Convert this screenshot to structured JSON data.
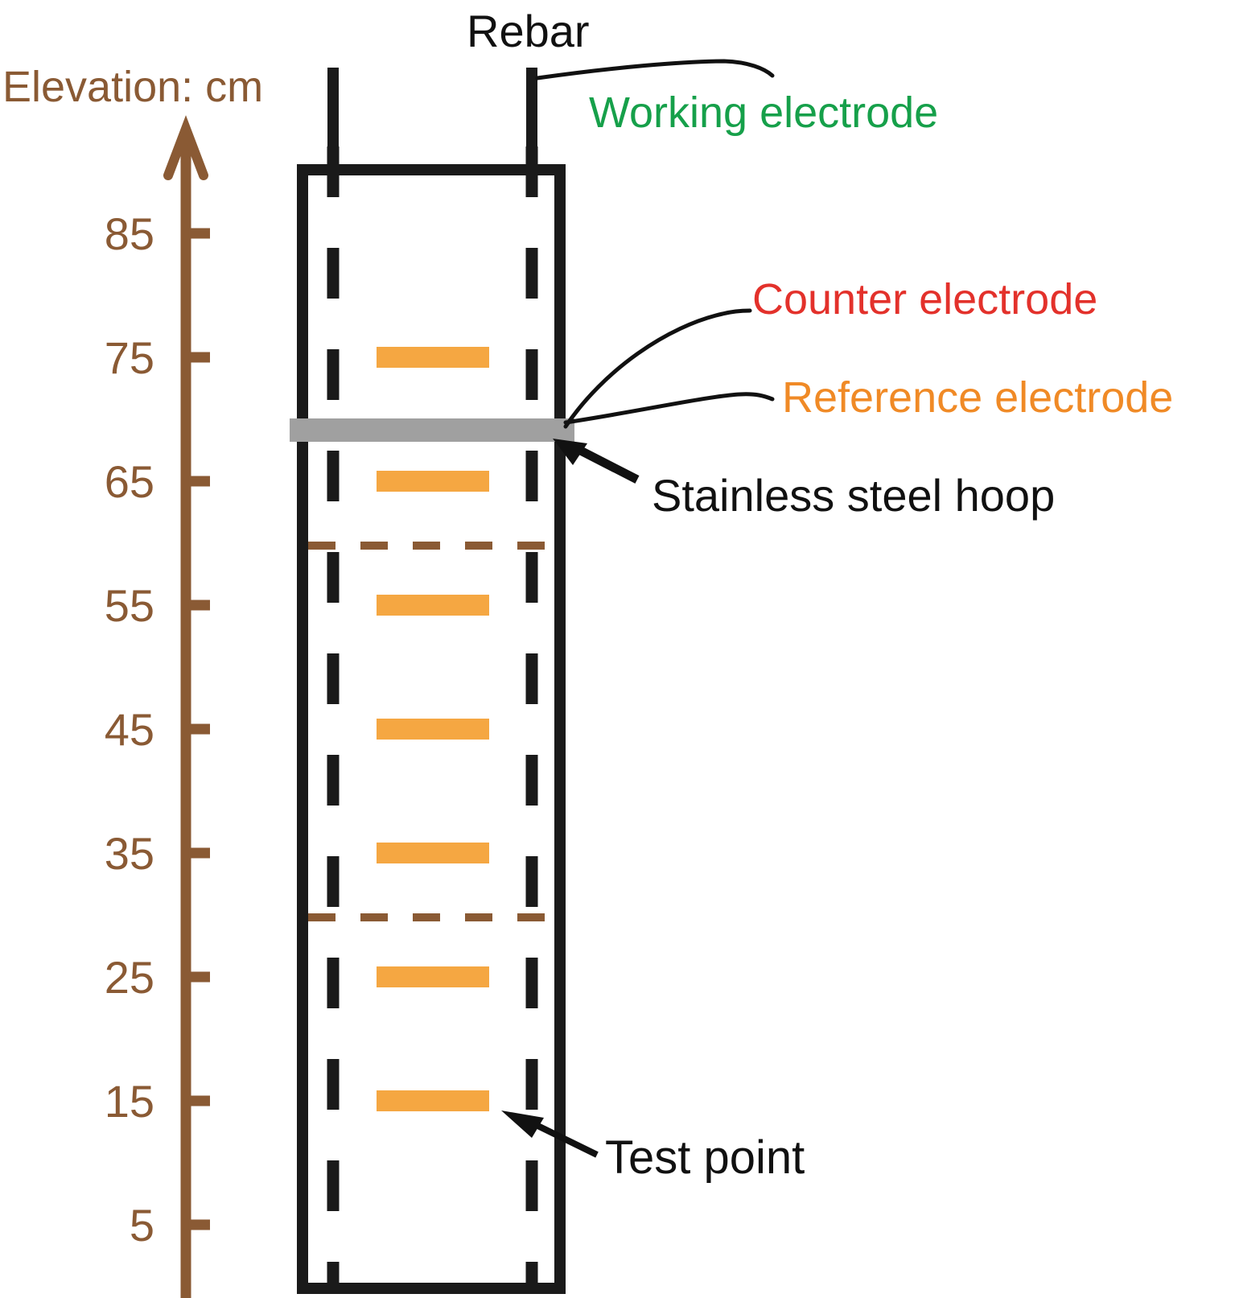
{
  "colors": {
    "axis": "#8a5a34",
    "rebar": "#1a1a1a",
    "box": "#1a1a1a",
    "hoop": "#a0a0a0",
    "test_point": "#f5a742",
    "working": "#16a04a",
    "counter": "#e3312b",
    "reference": "#f08a26",
    "text": "#111111"
  },
  "axis": {
    "title": "Elevation: cm",
    "ticks": [
      85,
      75,
      65,
      55,
      45,
      35,
      25,
      15,
      5
    ],
    "range": [
      0,
      95
    ]
  },
  "labels": {
    "rebar": "Rebar",
    "working_electrode": "Working electrode",
    "counter_electrode": "Counter electrode",
    "reference_electrode": "Reference electrode",
    "stainless_steel_hoop": "Stainless steel hoop",
    "test_point": "Test point"
  },
  "test_points_elevation_cm": [
    75,
    65,
    55,
    45,
    35,
    25,
    15
  ],
  "section_divider_elevation_cm": [
    60,
    30
  ],
  "hoop_elevation_cm": 70
}
